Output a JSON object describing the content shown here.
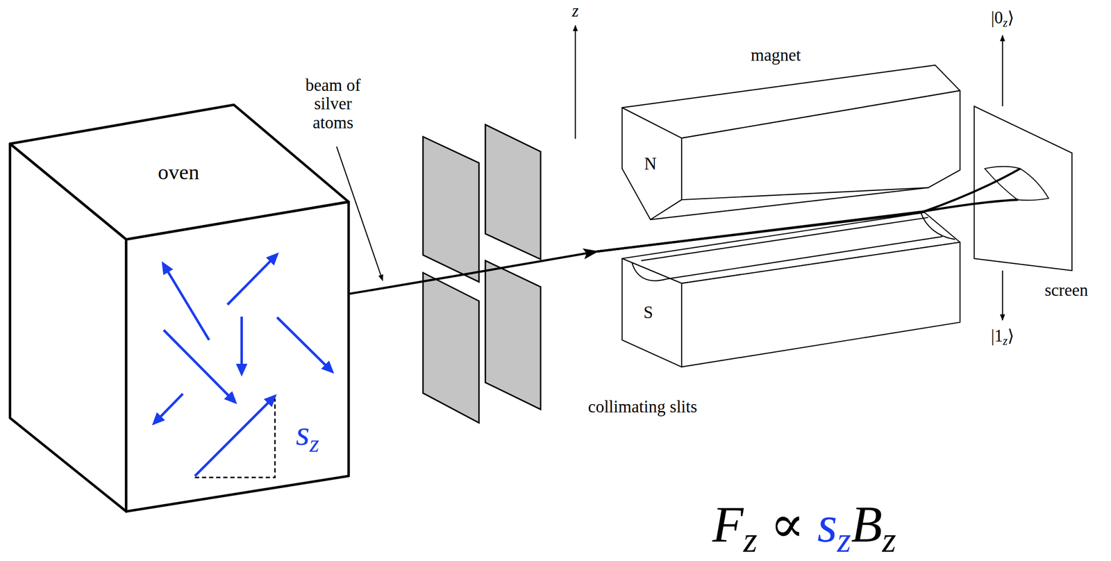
{
  "diagram": {
    "labels": [
      "z",
      "magnet",
      "|0z⟩",
      "beam of silver atoms",
      "oven",
      "N",
      "collimating slits",
      "S",
      "screen",
      "|1z⟩",
      "sz",
      "Fz ∝ szBz"
    ]
  }
}
